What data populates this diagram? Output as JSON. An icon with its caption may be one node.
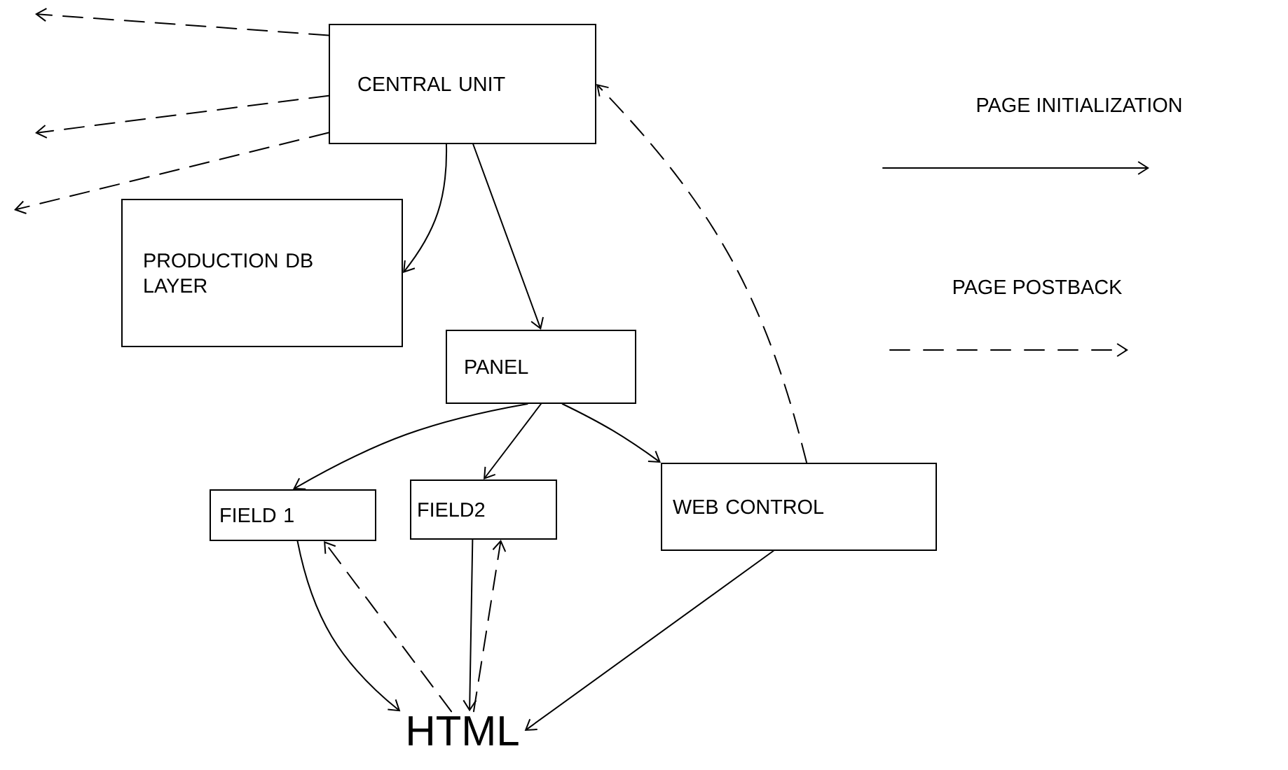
{
  "diagram": {
    "nodes": [
      {
        "text": [
          "CENTRAL UNIT"
        ]
      },
      {
        "text": [
          "PRODUCTION DB LAYER"
        ]
      },
      {
        "text": [
          "PANEL"
        ]
      },
      {
        "text": [
          "FIELD 1"
        ]
      },
      {
        "text": [
          "FIELD2"
        ]
      },
      {
        "text": [
          "WEB CONTROL"
        ]
      },
      {
        "text": [
          "HTML"
        ]
      }
    ],
    "edges": [
      {
        "from": 0,
        "to": null,
        "arrow": "to",
        "style": "dashed"
      },
      {
        "from": 0,
        "to": null,
        "arrow": "to",
        "style": "dashed"
      },
      {
        "from": 0,
        "to": null,
        "arrow": "to",
        "style": "dashed"
      },
      {
        "from": 0,
        "to": 1,
        "arrow": "to"
      },
      {
        "from": 0,
        "to": 2,
        "arrow": "to"
      },
      {
        "from": 2,
        "to": 3,
        "arrow": "to"
      },
      {
        "from": 2,
        "to": 4,
        "arrow": "to"
      },
      {
        "from": 2,
        "to": 5,
        "arrow": "to"
      },
      {
        "from": 5,
        "to": 0,
        "arrow": "to",
        "style": "dashed"
      },
      {
        "from": 3,
        "to": 6,
        "arrow": "to"
      },
      {
        "from": 6,
        "to": 3,
        "arrow": "to",
        "style": "dashed"
      },
      {
        "from": 4,
        "to": 6,
        "arrow": "to"
      },
      {
        "from": 6,
        "to": 4,
        "arrow": "to",
        "style": "dashed"
      },
      {
        "from": 5,
        "to": 6,
        "arrow": "to"
      }
    ],
    "legend": [
      {
        "text": "PAGE INITIALIZATION"
      },
      {
        "text": "PAGE POSTBACK"
      }
    ]
  }
}
